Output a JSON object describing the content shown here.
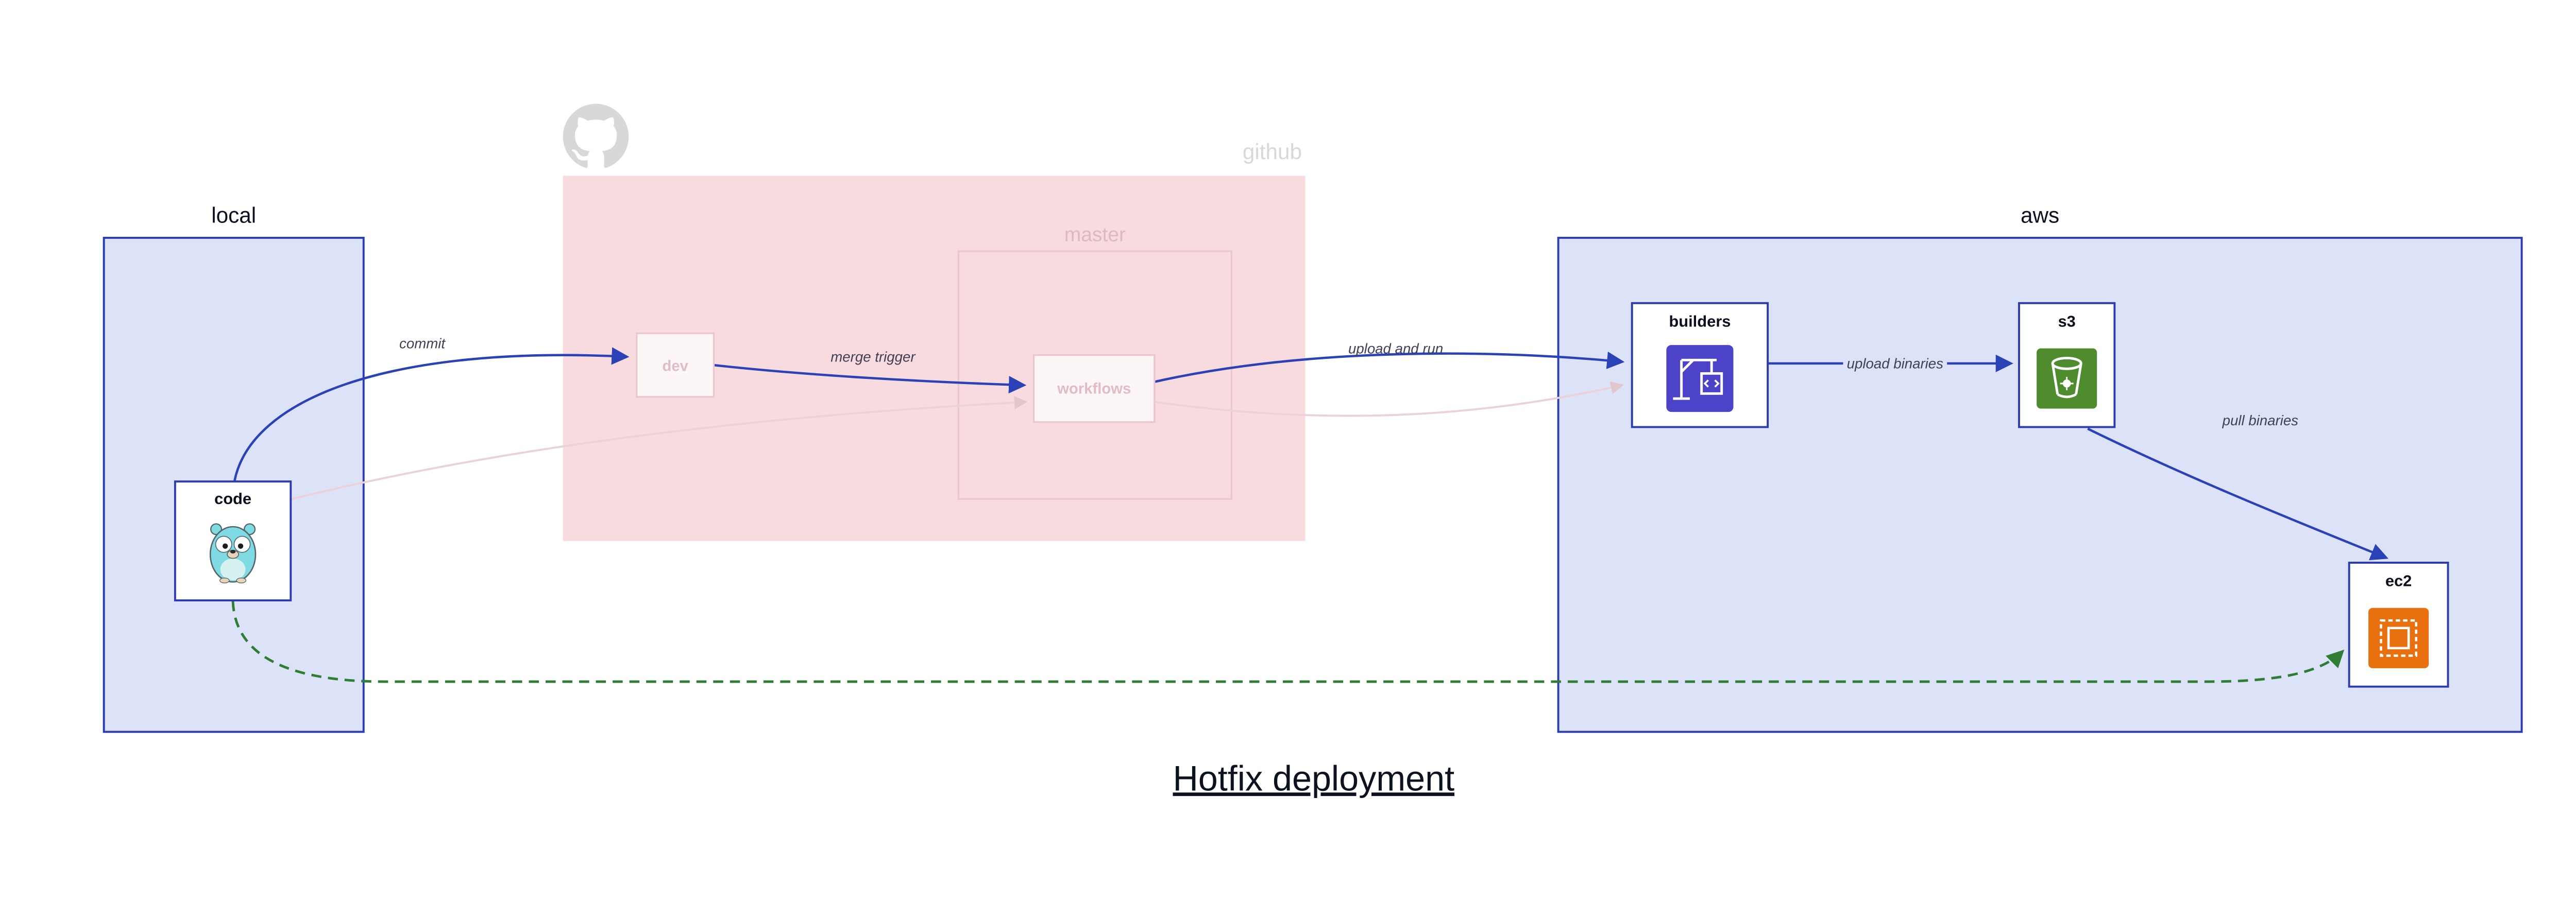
{
  "title": {
    "text": "Hotfix deployment"
  },
  "diagram": {
    "containers": {
      "local": {
        "label": "local"
      },
      "github": {
        "label": "github"
      },
      "master": {
        "label": "master"
      },
      "aws": {
        "label": "aws"
      }
    },
    "nodes": {
      "code": {
        "label": "code",
        "icon": "go-gopher-icon"
      },
      "dev": {
        "label": "dev"
      },
      "workflows": {
        "label": "workflows"
      },
      "builders": {
        "label": "builders",
        "icon": "codebuild-icon"
      },
      "s3": {
        "label": "s3",
        "icon": "s3-bucket-icon"
      },
      "ec2": {
        "label": "ec2",
        "icon": "ec2-chip-icon"
      }
    },
    "edges": {
      "commit": {
        "label": "commit",
        "style": "solid-blue"
      },
      "merge_trigger": {
        "label": "merge trigger",
        "style": "solid-blue"
      },
      "upload_and_run": {
        "label": "upload and run",
        "style": "solid-blue"
      },
      "upload_binaries": {
        "label": "upload binaries",
        "style": "solid-blue"
      },
      "pull_binaries": {
        "label": "pull binaries",
        "style": "solid-blue"
      },
      "hotfix_path": {
        "style": "dashed-green"
      }
    },
    "colors": {
      "container_fill": "#dce3f8",
      "container_border": "#2a3cb0",
      "edge_blue": "#2a41b8",
      "faded_pink_fill": "#f7dbdf",
      "faded_pink_border": "#ecc6cd",
      "faded_text": "#e0bcc4",
      "github_grey": "#d8d8d8",
      "hotfix_green": "#2e7d32",
      "codebuild_purple": "#4c43c9",
      "s3_green": "#4e8c2e",
      "ec2_orange": "#e8700f",
      "gopher_teal": "#7fdbe3"
    }
  }
}
